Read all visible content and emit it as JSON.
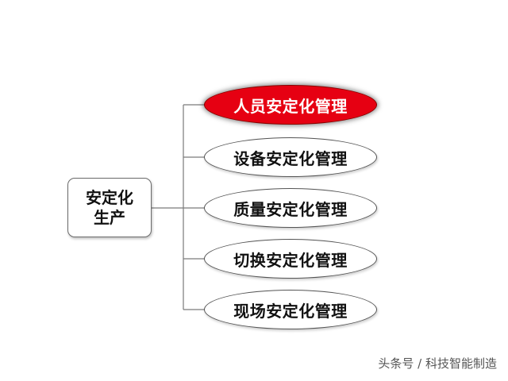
{
  "root": {
    "line1": "安定化",
    "line2": "生产"
  },
  "branches": [
    {
      "label": "人员安定化管理",
      "highlighted": true
    },
    {
      "label": "设备安定化管理",
      "highlighted": false
    },
    {
      "label": "质量安定化管理",
      "highlighted": false
    },
    {
      "label": "切换安定化管理",
      "highlighted": false
    },
    {
      "label": "现场安定化管理",
      "highlighted": false
    }
  ],
  "colors": {
    "highlight_fill": "#e60012",
    "connector": "#7a7a7a"
  },
  "watermark": "头条号 / 科技智能制造"
}
